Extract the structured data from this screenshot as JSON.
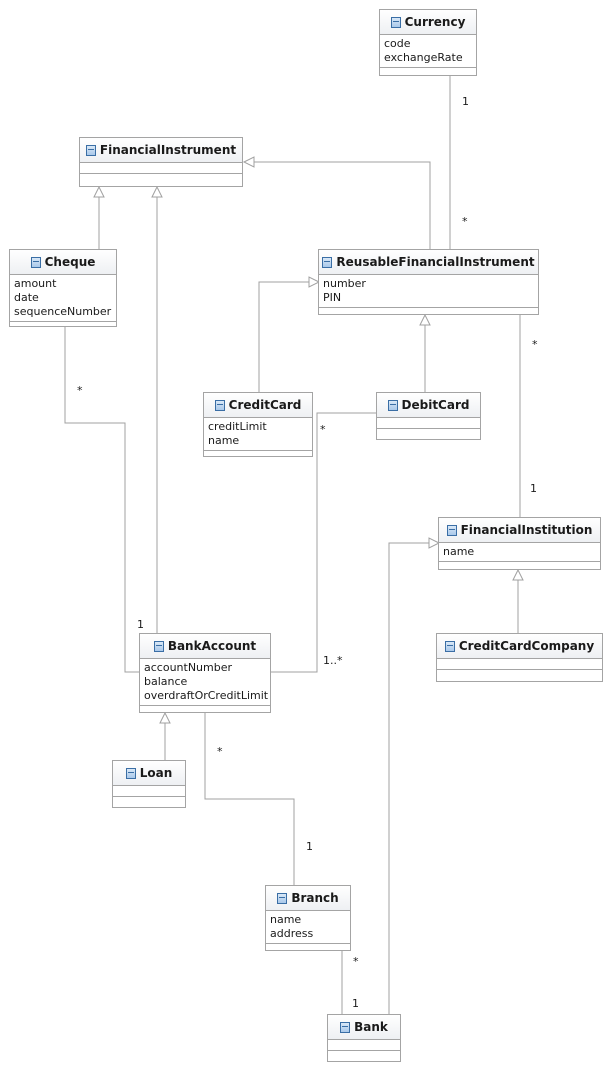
{
  "classes": {
    "currency": {
      "name": "Currency",
      "attributes": [
        "code",
        "exchangeRate"
      ]
    },
    "financial_instrument": {
      "name": "FinancialInstrument",
      "attributes": []
    },
    "cheque": {
      "name": "Cheque",
      "attributes": [
        "amount",
        "date",
        "sequenceNumber"
      ]
    },
    "reusable_financial_instrument": {
      "name": "ReusableFinancialInstrument",
      "attributes": [
        "number",
        "PIN"
      ]
    },
    "credit_card": {
      "name": "CreditCard",
      "attributes": [
        "creditLimit",
        "name"
      ]
    },
    "debit_card": {
      "name": "DebitCard",
      "attributes": []
    },
    "financial_institution": {
      "name": "FinancialInstitution",
      "attributes": [
        "name"
      ]
    },
    "credit_card_company": {
      "name": "CreditCardCompany",
      "attributes": []
    },
    "bank_account": {
      "name": "BankAccount",
      "attributes": [
        "accountNumber",
        "balance",
        "overdraftOrCreditLimit"
      ]
    },
    "loan": {
      "name": "Loan",
      "attributes": []
    },
    "branch": {
      "name": "Branch",
      "attributes": [
        "name",
        "address"
      ]
    },
    "bank": {
      "name": "Bank",
      "attributes": []
    }
  },
  "multiplicities": {
    "currency_one": "1",
    "reusable_many": "*",
    "cheque_many": "*",
    "account_from_cheque_one": "1",
    "debitcard_many": "*",
    "reusable_to_institution_many": "*",
    "institution_one": "1",
    "account_one_many": "1..*",
    "account_to_branch_many": "*",
    "branch_one": "1",
    "branch_to_bank_many": "*",
    "bank_one": "1"
  },
  "colors": {
    "line": "#a0a0a0",
    "border": "#a4a4a4",
    "icon": "#3a6ea5",
    "text": "#1a1a1a"
  }
}
